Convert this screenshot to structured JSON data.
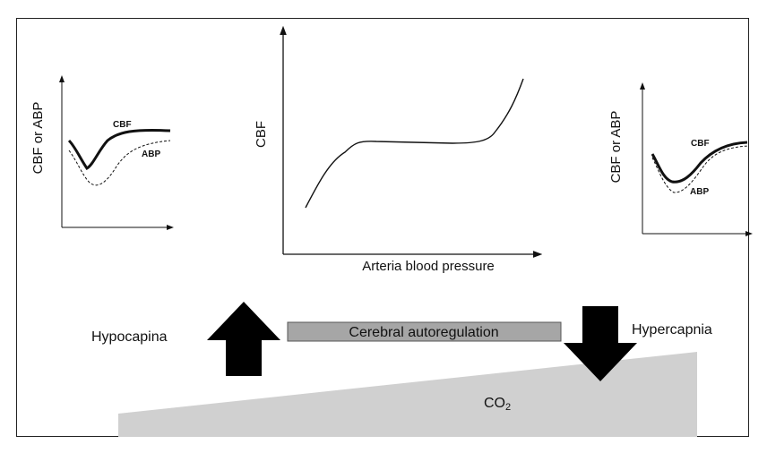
{
  "center_graph": {
    "y_label": "CBF",
    "x_label": "Arteria blood pressure"
  },
  "left_graph": {
    "y_label": "CBF or ABP",
    "cbf_label": "CBF",
    "abp_label": "ABP"
  },
  "right_graph": {
    "y_label": "CBF or ABP",
    "cbf_label": "CBF",
    "abp_label": "ABP"
  },
  "hypocapnia_label": "Hypocapina",
  "hypercapnia_label": "Hypercapnia",
  "autoregulation_label": "Cerebral autoregulation",
  "co2_label": "CO",
  "co2_subscript": "2",
  "colors": {
    "bar_fill": "#a6a6a6",
    "wedge_fill": "#d0d0d0",
    "arrow_fill": "#000000"
  }
}
